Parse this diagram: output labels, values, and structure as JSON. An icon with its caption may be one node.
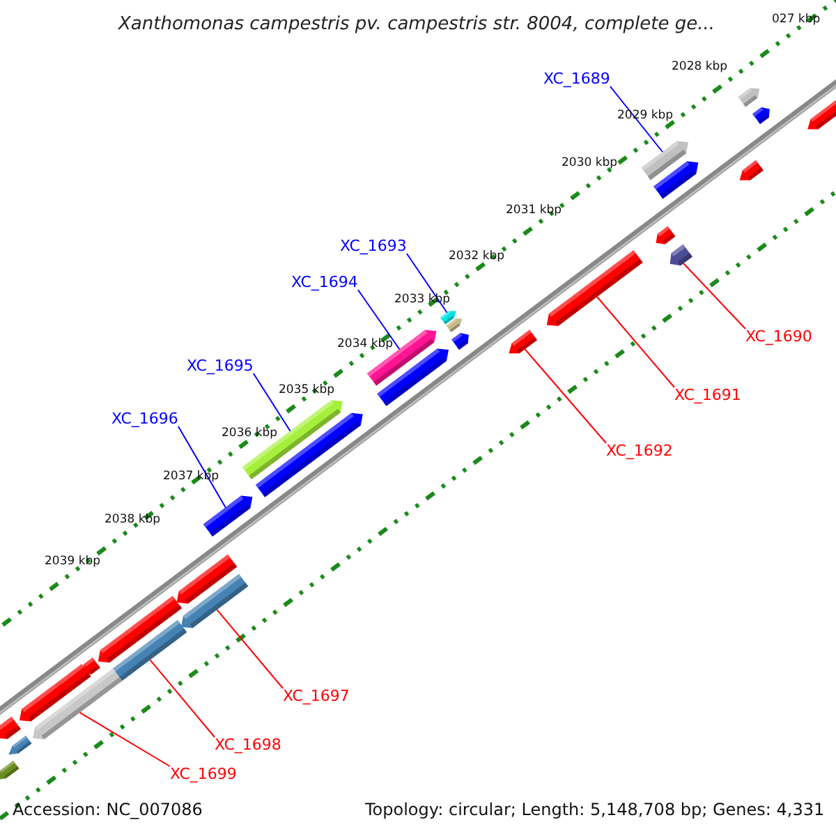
{
  "diagram": {
    "title": "Xanthomonas campestris pv. campestris str. 8004, complete ge...",
    "nodes": [
      {
        "text": [
          "XC_1689"
        ]
      },
      {
        "text": [
          "XC_1693"
        ]
      },
      {
        "text": [
          "XC_1694"
        ]
      },
      {
        "text": [
          "XC_1690"
        ]
      },
      {
        "text": [
          "XC_1695"
        ]
      },
      {
        "text": [
          "XC_1691"
        ]
      },
      {
        "text": [
          "XC_1696"
        ]
      },
      {
        "text": [
          "XC_1692"
        ]
      },
      {
        "text": [
          "XC_1697"
        ]
      },
      {
        "text": [
          "XC_1698"
        ]
      },
      {
        "text": [
          "XC_1699"
        ]
      },
      {
        "text": [],
        "shape": "bar"
      },
      {
        "text": [],
        "shape": "bar"
      },
      {
        "text": [],
        "shape": "bar"
      },
      {
        "text": [],
        "shape": "bar"
      },
      {
        "text": [],
        "shape": "bar"
      },
      {
        "text": [],
        "shape": "bar"
      },
      {
        "text": [],
        "shape": "bar"
      },
      {
        "text": [],
        "shape": "bar"
      },
      {
        "text": [],
        "shape": "bar"
      },
      {
        "text": [],
        "shape": "bar"
      },
      {
        "text": [],
        "shape": "bar"
      },
      {
        "text": [],
        "shape": "bar"
      },
      {
        "text": [],
        "shape": "bar"
      },
      {
        "text": [],
        "shape": "bar"
      },
      {
        "text": [],
        "shape": "bar"
      },
      {
        "text": [],
        "shape": "bar"
      },
      {
        "text": [],
        "shape": "bar"
      },
      {
        "text": [],
        "shape": "bar"
      },
      {
        "text": [],
        "shape": "bar"
      },
      {
        "text": [],
        "shape": "bar"
      },
      {
        "text": [],
        "shape": "bar"
      },
      {
        "text": [],
        "shape": "bar"
      },
      {
        "text": [],
        "shape": "bar"
      },
      {
        "text": [],
        "shape": "bar"
      },
      {
        "text": [],
        "shape": "bar"
      },
      {
        "text": [],
        "shape": "bar"
      },
      {
        "text": [],
        "shape": "bar"
      },
      {
        "text": [],
        "shape": "bar"
      }
    ],
    "edges": [
      {
        "from": 0,
        "to": 14,
        "arrow": "none",
        "color": "#0000ff"
      },
      {
        "from": 1,
        "to": 20,
        "arrow": "none",
        "color": "#0000ff"
      },
      {
        "from": 2,
        "to": 24,
        "arrow": "none",
        "color": "#0000ff"
      },
      {
        "from": 3,
        "to": 18,
        "arrow": "none"
      },
      {
        "from": 4,
        "to": 26,
        "arrow": "none",
        "color": "#0000ff"
      },
      {
        "from": 5,
        "to": 19,
        "arrow": "none"
      },
      {
        "from": 6,
        "to": 28,
        "arrow": "none",
        "color": "#0000ff"
      },
      {
        "from": 7,
        "to": 23,
        "arrow": "none"
      },
      {
        "from": 8,
        "to": 30,
        "arrow": "none"
      },
      {
        "from": 9,
        "to": 32,
        "arrow": "none"
      },
      {
        "from": 10,
        "to": 35,
        "arrow": "none"
      }
    ],
    "labels": [
      "027 kbp",
      "2028 kbp",
      "2029 kbp",
      "2030 kbp",
      "2031 kbp",
      "2032 kbp",
      "2033 kbp",
      "2034 kbp",
      "2035 kbp",
      "2036 kbp",
      "2037 kbp",
      "2038 kbp",
      "2039 kbp",
      "Accession: NC_007086",
      "Topology: circular; Length: 5,148,708 bp; Genes: 4,331"
    ]
  }
}
